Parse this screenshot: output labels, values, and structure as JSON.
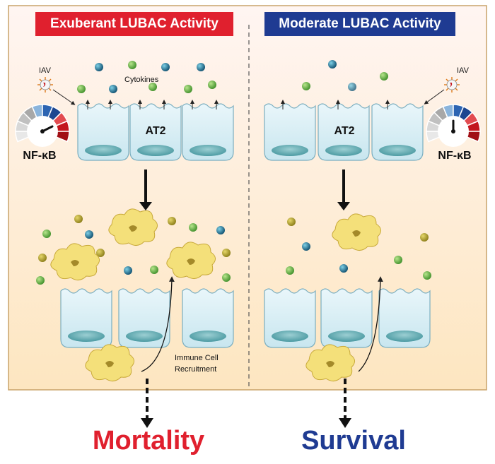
{
  "panels": {
    "left": {
      "title": "Exuberant LUBAC Activity",
      "virus_label": "IAV",
      "cytokines_label": "Cytokines",
      "cell_label": "AT2",
      "gauge_label": "NF-κB",
      "recruitment_label_line1": "Immune Cell",
      "recruitment_label_line2": "Recruitment",
      "outcome": "Mortality",
      "gauge_level": "high"
    },
    "right": {
      "title": "Moderate LUBAC Activity",
      "virus_label": "IAV",
      "cell_label": "AT2",
      "gauge_label": "NF-κB",
      "outcome": "Survival",
      "gauge_level": "moderate"
    }
  },
  "colors": {
    "exuberant_red": "#e0202e",
    "moderate_blue": "#1f3b92",
    "background_top": "#fff3ef",
    "background_bottom": "#fde8c2",
    "panel_border": "#c9a36a",
    "cell_fill": "#d6eef5",
    "cell_stroke": "#7aaec0",
    "nucleus": "#5fa4ac",
    "cytokine_green": "#5cb03a",
    "cytokine_blue": "#1a6e8c",
    "cytokine_olive": "#b5a52c",
    "immune_cell": "#f5e27a"
  }
}
